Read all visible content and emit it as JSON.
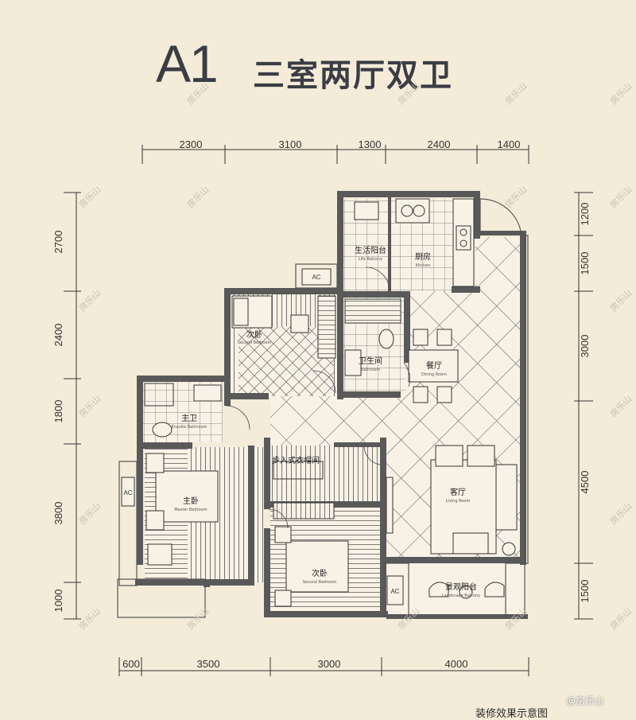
{
  "title": {
    "model": "A1",
    "layout_name": "三室两厅双卫"
  },
  "dimensions": {
    "top": [
      "2300",
      "3100",
      "1300",
      "2400",
      "1400"
    ],
    "bottom": [
      "600",
      "3500",
      "3000",
      "4000"
    ],
    "left": [
      "2700",
      "2400",
      "1800",
      "3800",
      "1000"
    ],
    "right": [
      "1200",
      "1500",
      "3000",
      "4500",
      "1500"
    ]
  },
  "rooms": {
    "life_balcony": {
      "cn": "生活阳台",
      "en": "Life Balcony"
    },
    "kitchen": {
      "cn": "厨房",
      "en": "Kitchen"
    },
    "second_bedroom_1": {
      "cn": "次卧",
      "en": "Second Bedroom"
    },
    "bathroom": {
      "cn": "卫生间",
      "en": "Bathroom"
    },
    "dining_room": {
      "cn": "餐厅",
      "en": "Dining Room"
    },
    "ensuite_bathroom": {
      "cn": "主卫",
      "en": "Ensuite Bathroom"
    },
    "walk_in_closet": {
      "cn": "步入式衣帽间",
      "en": ""
    },
    "master_bedroom": {
      "cn": "主卧",
      "en": "Master Bedroom"
    },
    "living_room": {
      "cn": "客厅",
      "en": "Living Room"
    },
    "second_bedroom_2": {
      "cn": "次卧",
      "en": "Second Bedroom"
    },
    "landscape_balcony": {
      "cn": "景观阳台",
      "en": "Landscape Balcony"
    }
  },
  "ac_label": "AC",
  "watermark": "房乐山",
  "caption": "装修效果示意图",
  "corner_watermark": "@房乐山"
}
